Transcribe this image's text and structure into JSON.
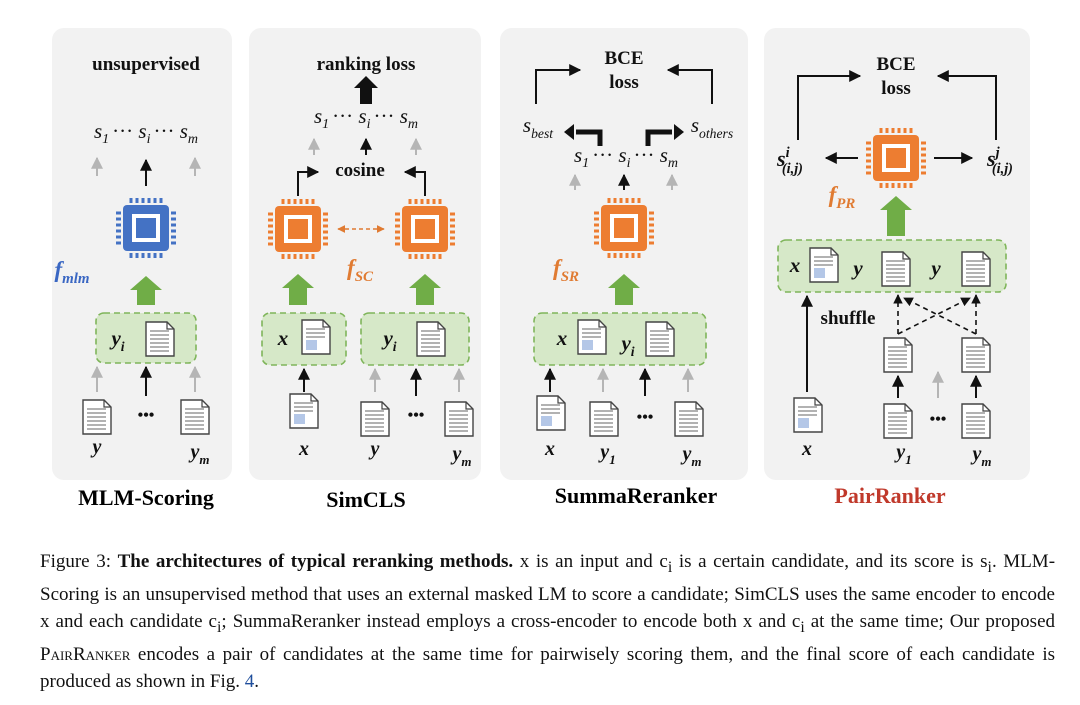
{
  "panels": [
    {
      "id": "mlm",
      "title": "MLM-Scoring",
      "title_color": "#000000",
      "header": "unsupervised",
      "scores": [
        "s",
        "1",
        "···",
        "s",
        "i",
        "···",
        "s",
        "m"
      ],
      "func": {
        "base": "f",
        "sub": "mlm",
        "color": "#3a67c3"
      },
      "chip_color": "#4472c4",
      "box_label": {
        "base": "y",
        "sub": "i"
      },
      "inputs": [
        {
          "base": "y",
          "sub": ""
        },
        {
          "base": "•••",
          "sub": ""
        },
        {
          "base": "y",
          "sub": "m"
        }
      ]
    },
    {
      "id": "simcls",
      "title": "SimCLS",
      "title_color": "#000000",
      "header": "ranking loss",
      "mid": "cosine",
      "func": {
        "base": "f",
        "sub": "SC",
        "color": "#e07b32"
      },
      "chip_color": "#ed7d31",
      "box_left": {
        "base": "x",
        "sub": ""
      },
      "box_right": {
        "base": "y",
        "sub": "i"
      },
      "inputs": [
        {
          "base": "x",
          "sub": ""
        },
        {
          "base": "y",
          "sub": ""
        },
        {
          "base": "•••",
          "sub": ""
        },
        {
          "base": "y",
          "sub": "m"
        }
      ]
    },
    {
      "id": "summa",
      "title": "SummaReranker",
      "title_color": "#000000",
      "header_line1": "BCE",
      "header_line2": "loss",
      "s_best": {
        "base": "s",
        "sub": "best"
      },
      "s_others": {
        "base": "s",
        "sub": "others"
      },
      "func": {
        "base": "f",
        "sub": "SR",
        "color": "#e07b32"
      },
      "chip_color": "#ed7d31",
      "box_left": {
        "base": "x",
        "sub": ""
      },
      "box_right": {
        "base": "y",
        "sub": "i"
      },
      "inputs": [
        {
          "base": "x",
          "sub": ""
        },
        {
          "base": "y",
          "sub": "1"
        },
        {
          "base": "•••",
          "sub": ""
        },
        {
          "base": "y",
          "sub": "m"
        }
      ]
    },
    {
      "id": "pair",
      "title": "PairRanker",
      "title_color": "#c0392b",
      "header_line1": "BCE",
      "header_line2": "loss",
      "s_left": {
        "base": "s",
        "sup": "i",
        "sub": "(i,j)"
      },
      "s_right": {
        "base": "s",
        "sup": "j",
        "sub": "(i,j)"
      },
      "func": {
        "base": "f",
        "sub": "PR",
        "color": "#e07b32"
      },
      "chip_color": "#ed7d31",
      "box_items": [
        "x",
        "y",
        "y"
      ],
      "shuffle": "shuffle",
      "inputs": [
        {
          "base": "x",
          "sub": ""
        },
        {
          "base": "y",
          "sub": "1"
        },
        {
          "base": "•••",
          "sub": ""
        },
        {
          "base": "y",
          "sub": "m"
        }
      ]
    }
  ],
  "caption": {
    "fig_label": "Figure 3:",
    "bold_title": "The architectures of typical reranking methods.",
    "seg1": " x is an input and c",
    "seg1_sub": "i",
    "seg2": " is a certain candidate, and its score is s",
    "seg2_sub": "i",
    "seg3": ". MLM-Scoring is an unsupervised method that uses an external masked LM to score a candidate; SimCLS uses the same encoder to encode x and each candidate c",
    "seg3_sub": "i",
    "seg4": "; SummaReranker instead employs a cross-encoder to encode both x and c",
    "seg4_sub": "i",
    "seg5": " at the same time; Our proposed ",
    "pairranker": "PairRanker",
    "seg6": " encodes a pair of candidates at the same time for pairwisely scoring them, and the final score of each candidate is produced as shown in Fig. ",
    "fig_ref": "4",
    "seg7": "."
  },
  "colors": {
    "panel_bg": "#f2f2f2",
    "box_fill": "#d6e8c8",
    "box_stroke": "#7fb55a",
    "green_arrow": "#70ad47",
    "gray_arrow": "#b0b0b0",
    "doc_blue": "#b4c7e7"
  }
}
